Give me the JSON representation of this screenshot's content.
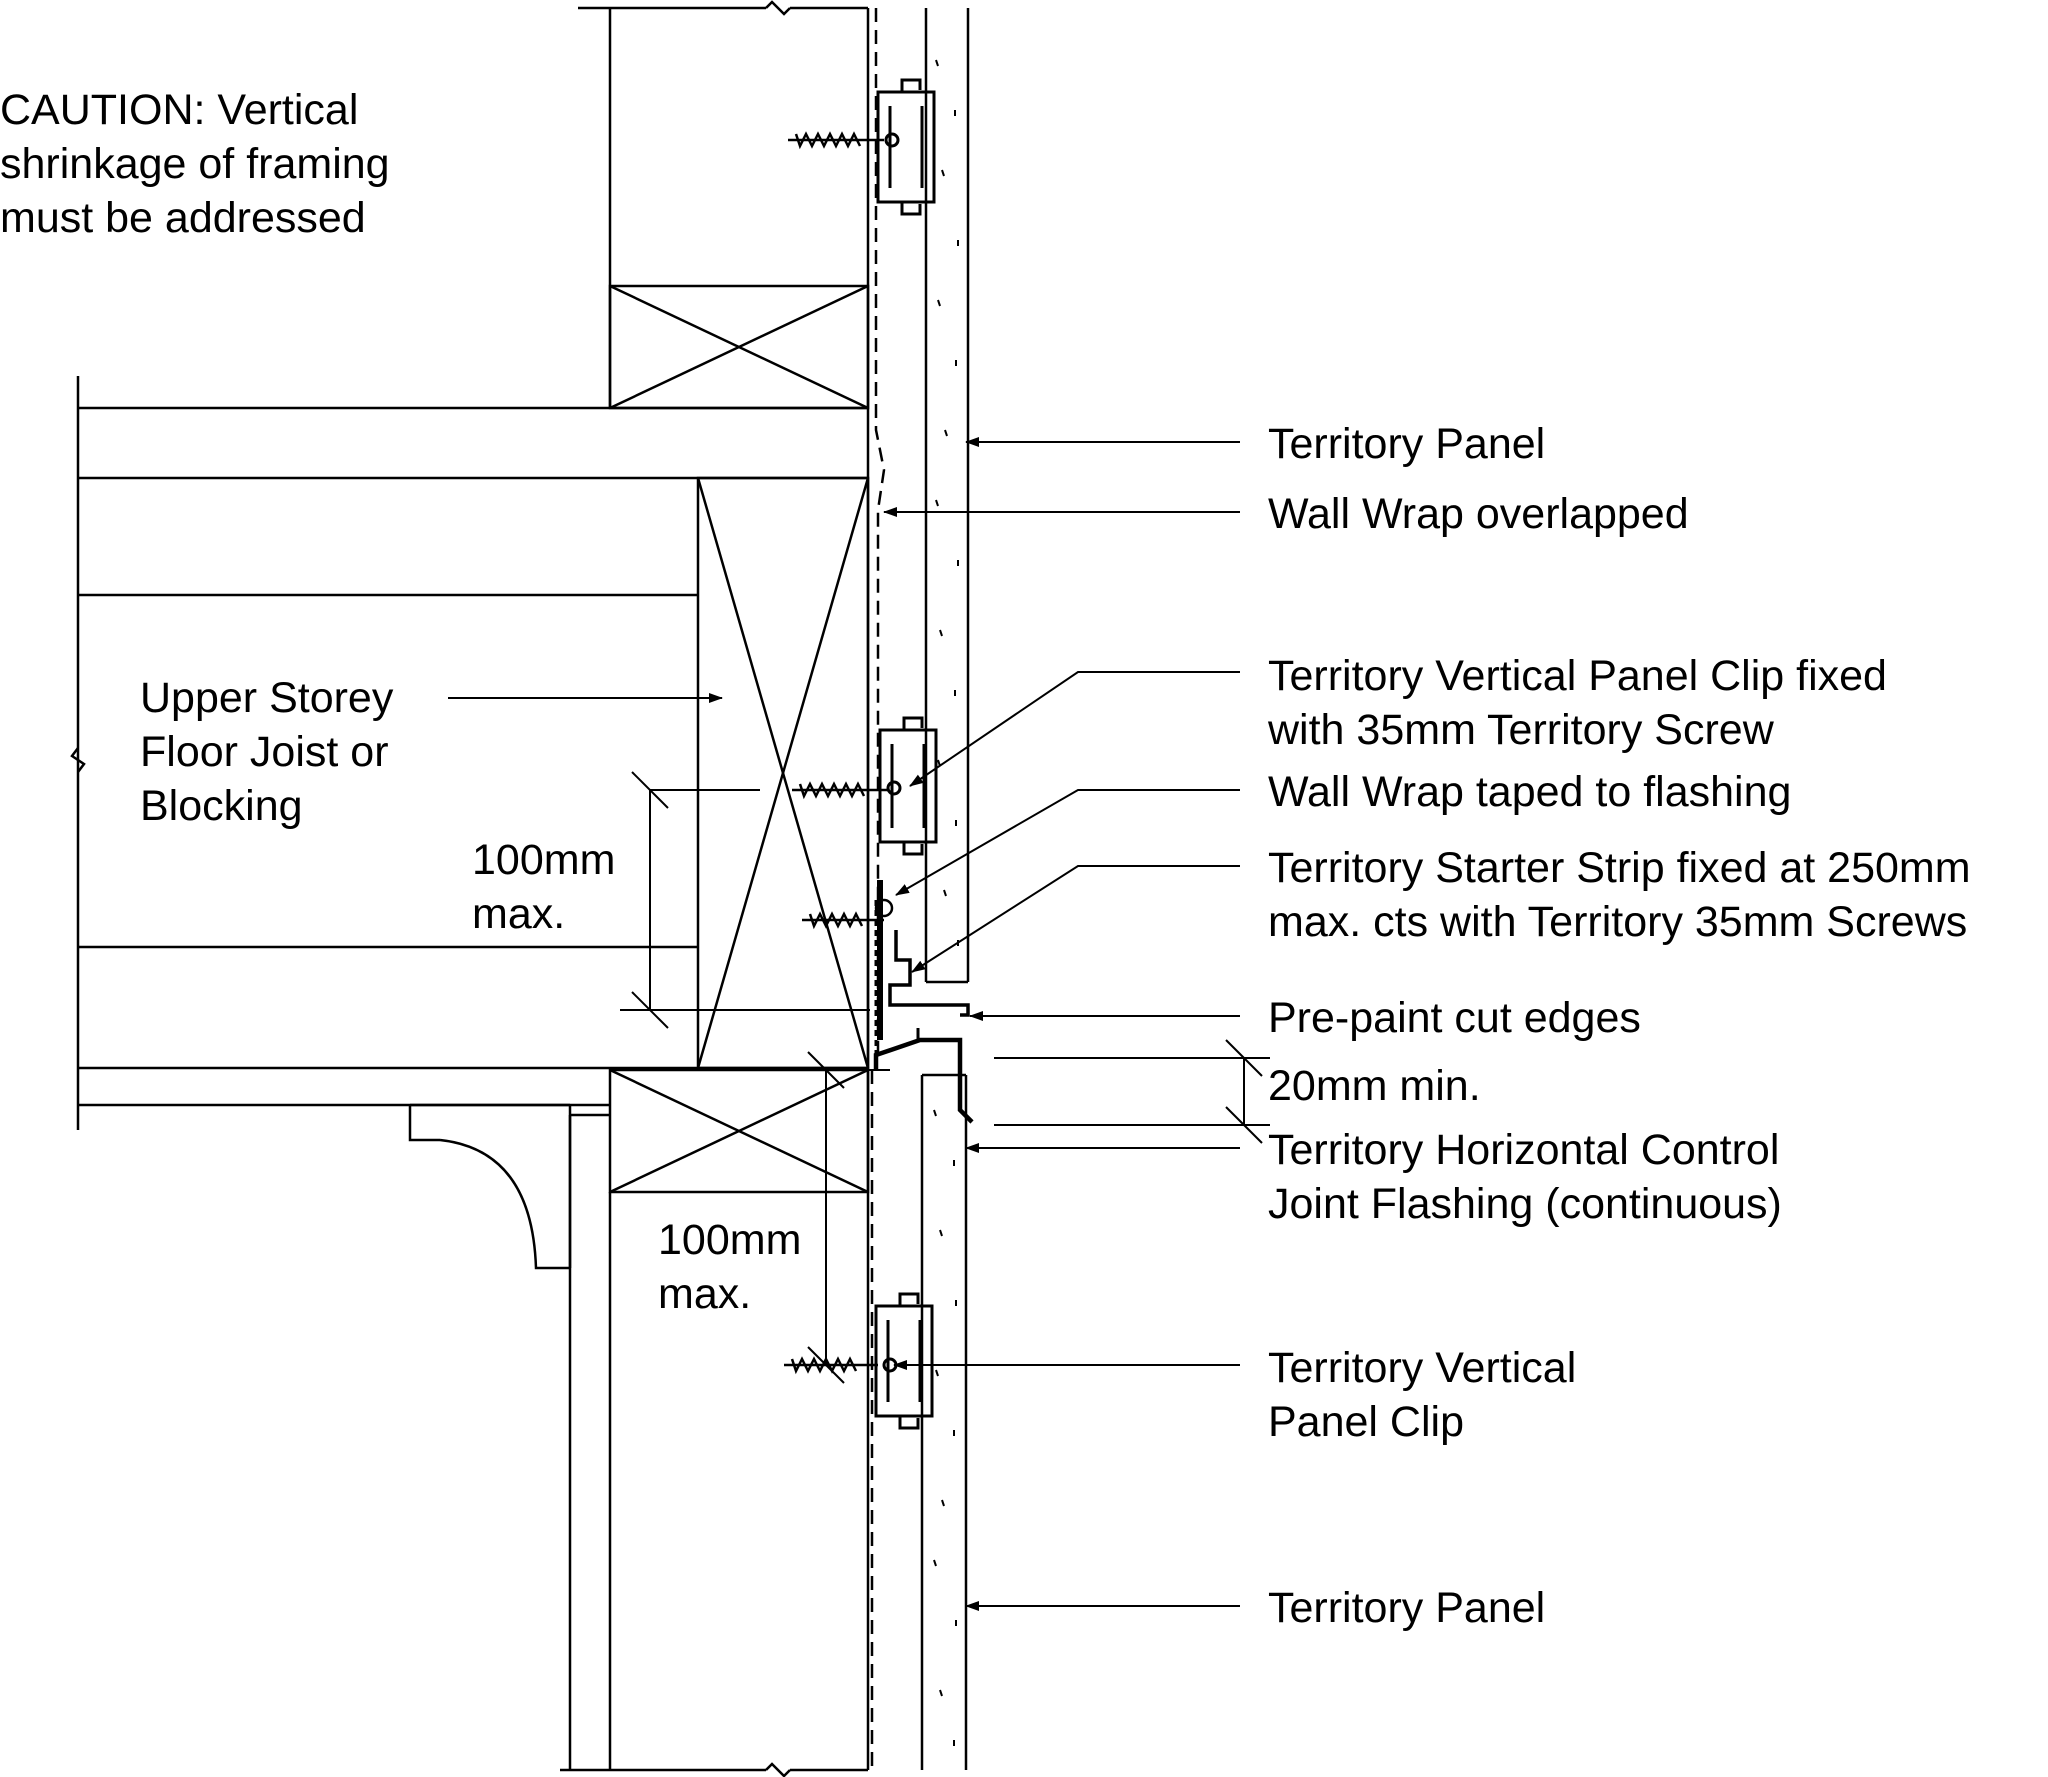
{
  "caution": [
    "CAUTION: Vertical",
    "shrinkage of framing",
    "must be addressed"
  ],
  "joist_label": [
    "Upper Storey",
    "Floor Joist or",
    "Blocking"
  ],
  "dim_upper": [
    "100mm",
    "max."
  ],
  "dim_lower": [
    "100mm",
    "max."
  ],
  "callouts": {
    "panel_top": [
      "Territory Panel"
    ],
    "wrap_overlap": [
      "Wall Wrap overlapped"
    ],
    "clip_fixed": [
      "Territory Vertical Panel Clip fixed",
      "with 35mm Territory Screw"
    ],
    "wrap_taped": [
      "Wall Wrap taped to flashing"
    ],
    "starter_strip": [
      "Territory Starter Strip fixed at 250mm",
      "max. cts with Territory 35mm Screws"
    ],
    "prepaint": [
      "Pre-paint cut edges"
    ],
    "gap": [
      "20mm min."
    ],
    "flashing": [
      "Territory Horizontal Control",
      "Joint Flashing (continuous)"
    ],
    "clip": [
      "Territory Vertical",
      "Panel Clip"
    ],
    "panel_bottom": [
      "Territory Panel"
    ]
  },
  "colors": {
    "ink": "#000000",
    "paper": "#ffffff"
  }
}
